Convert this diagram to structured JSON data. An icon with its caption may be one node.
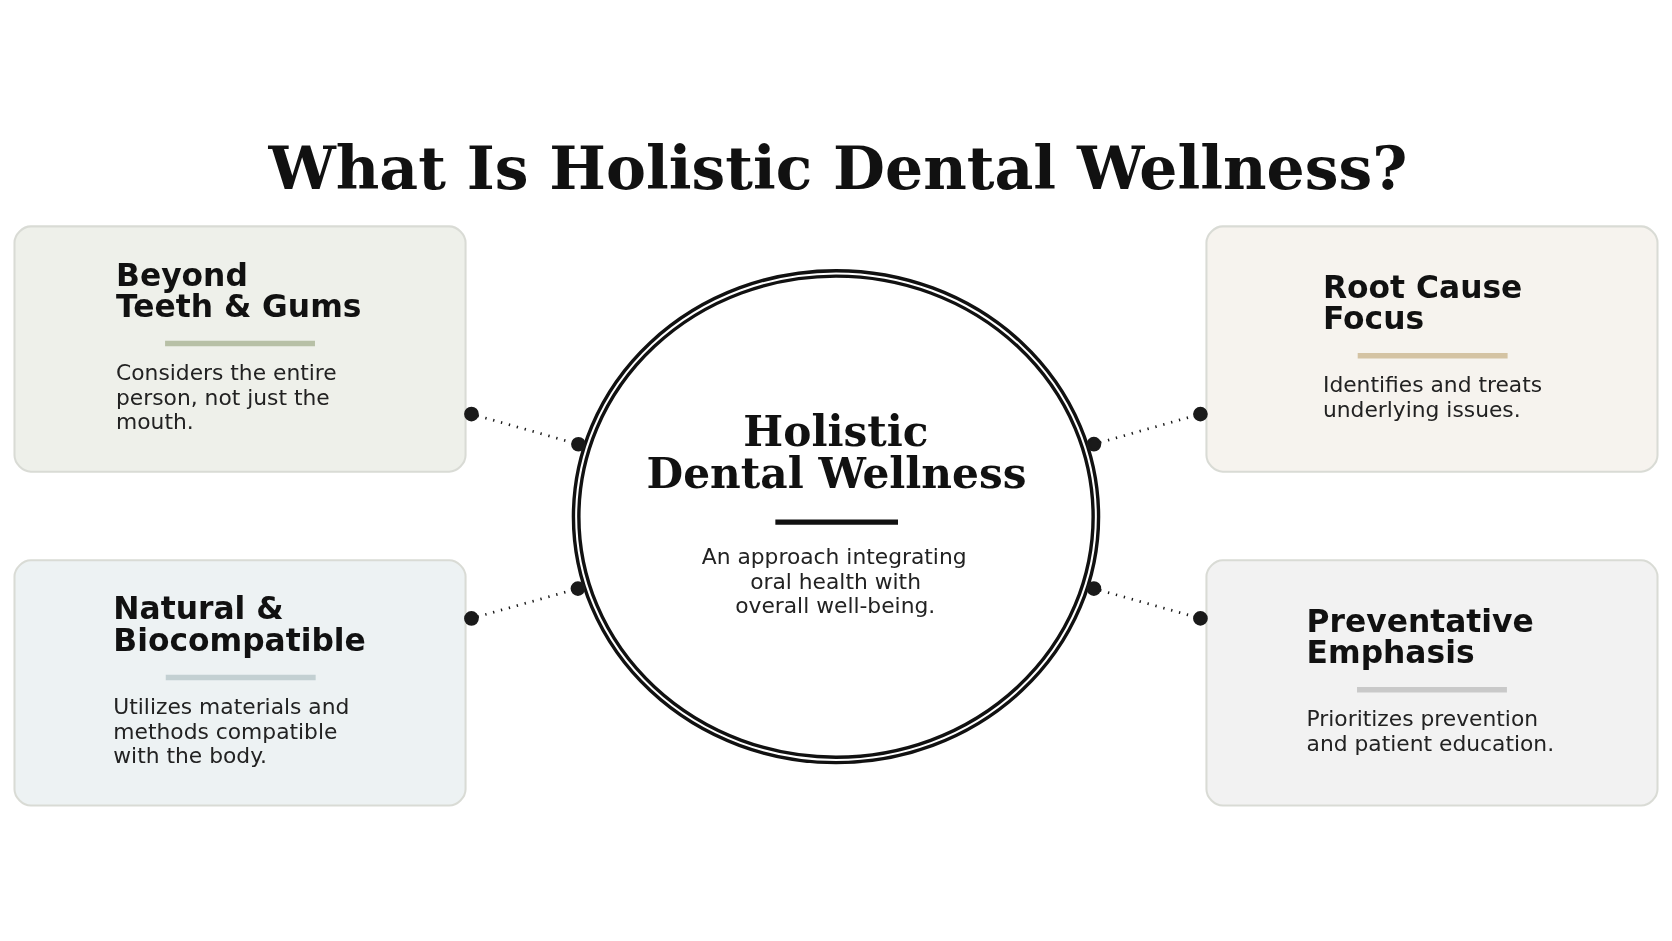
{
  "diagram": {
    "title": "What Is Holistic Dental Wellness?",
    "nodes": [
      {
        "text": [
          "Beyond Teeth & Gums",
          "Considers the entire person, not just the mouth."
        ]
      },
      {
        "text": [
          "Root Cause Focus",
          "Identifies and treats underlying issues."
        ]
      },
      {
        "text": [
          "Holistic Dental Wellness",
          "An approach integrating oral health with overall well-being."
        ]
      },
      {
        "text": [
          "Natural & Biocompatible",
          "Utilizes materials and methods compatible with the body."
        ]
      },
      {
        "text": [
          "Preventative Emphasis",
          "Prioritizes prevention and patient education."
        ]
      }
    ],
    "edges": [
      {
        "from": 0,
        "to": 2,
        "arrow": "other",
        "style": "dashed"
      },
      {
        "from": 2,
        "to": 1,
        "arrow": "other",
        "style": "dashed"
      },
      {
        "from": 3,
        "to": 2,
        "arrow": "other",
        "style": "dashed"
      },
      {
        "from": 2,
        "to": 4,
        "arrow": "other",
        "style": "dashed"
      }
    ]
  }
}
